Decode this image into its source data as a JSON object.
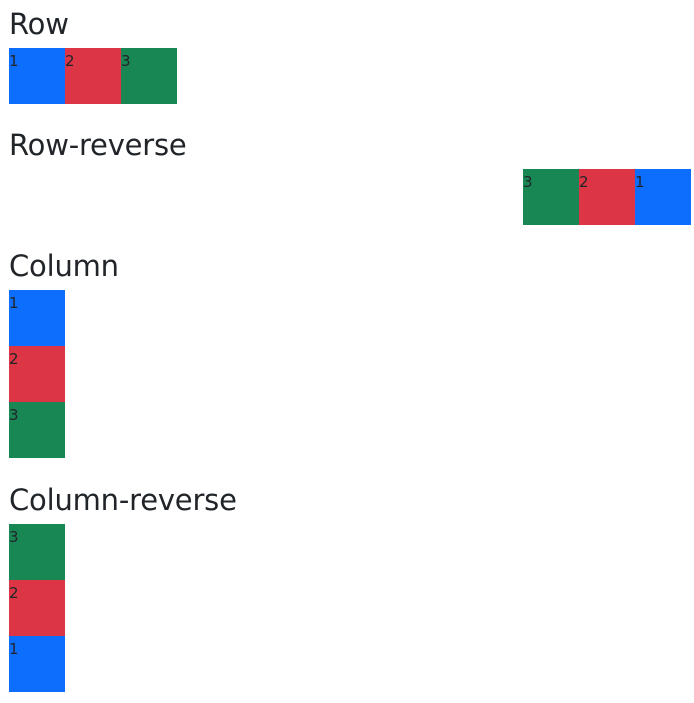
{
  "colors": {
    "item_1": "#0d6efd",
    "item_2": "#dc3545",
    "item_3": "#198754",
    "text": "#212529",
    "background": "#ffffff"
  },
  "sections": [
    {
      "heading": "Row",
      "items": [
        "1",
        "2",
        "3"
      ]
    },
    {
      "heading": "Row-reverse",
      "items": [
        "1",
        "2",
        "3"
      ]
    },
    {
      "heading": "Column",
      "items": [
        "1",
        "2",
        "3"
      ]
    },
    {
      "heading": "Column-reverse",
      "items": [
        "1",
        "2",
        "3"
      ]
    }
  ]
}
